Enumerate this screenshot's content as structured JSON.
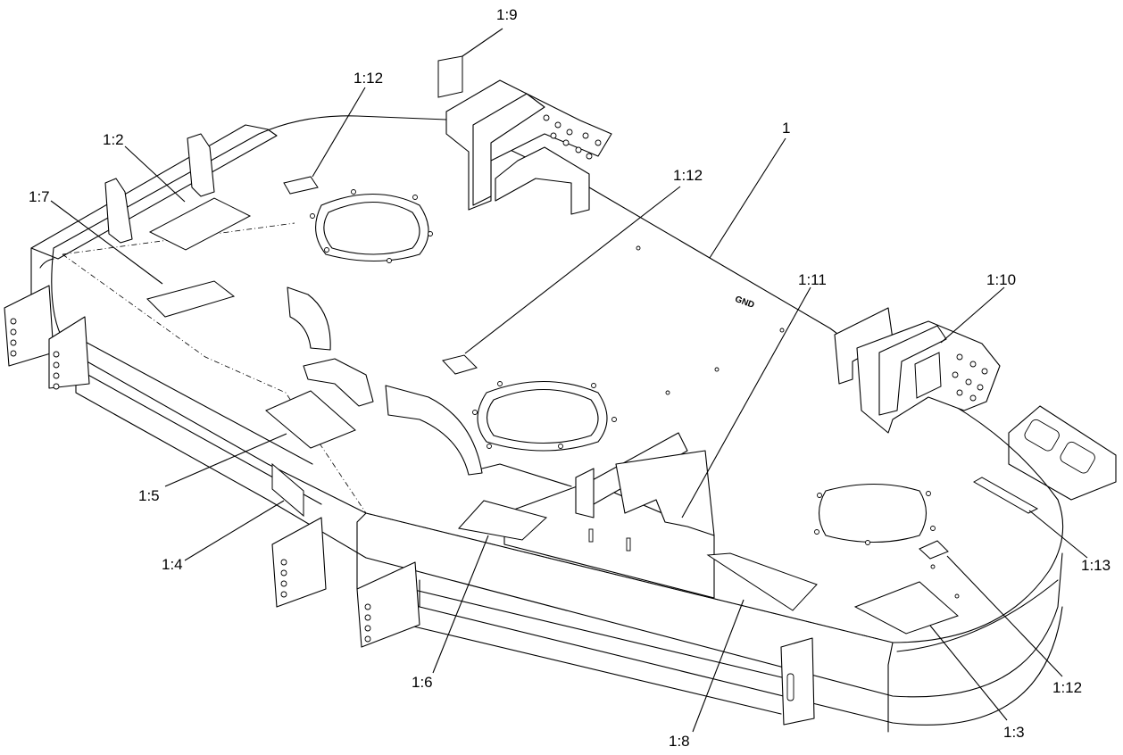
{
  "callouts": [
    {
      "id": "c-1-9",
      "label": "1:9"
    },
    {
      "id": "c-1-12-a",
      "label": "1:12"
    },
    {
      "id": "c-1-2",
      "label": "1:2"
    },
    {
      "id": "c-1-7",
      "label": "1:7"
    },
    {
      "id": "c-1",
      "label": "1"
    },
    {
      "id": "c-1-12-b",
      "label": "1:12"
    },
    {
      "id": "c-1-11",
      "label": "1:11"
    },
    {
      "id": "c-1-10",
      "label": "1:10"
    },
    {
      "id": "c-1-5",
      "label": "1:5"
    },
    {
      "id": "c-1-4",
      "label": "1:4"
    },
    {
      "id": "c-1-6",
      "label": "1:6"
    },
    {
      "id": "c-1-8",
      "label": "1:8"
    },
    {
      "id": "c-1-13",
      "label": "1:13"
    },
    {
      "id": "c-1-12-c",
      "label": "1:12"
    },
    {
      "id": "c-1-3",
      "label": "1:3"
    }
  ],
  "deck_stamp": "GND"
}
